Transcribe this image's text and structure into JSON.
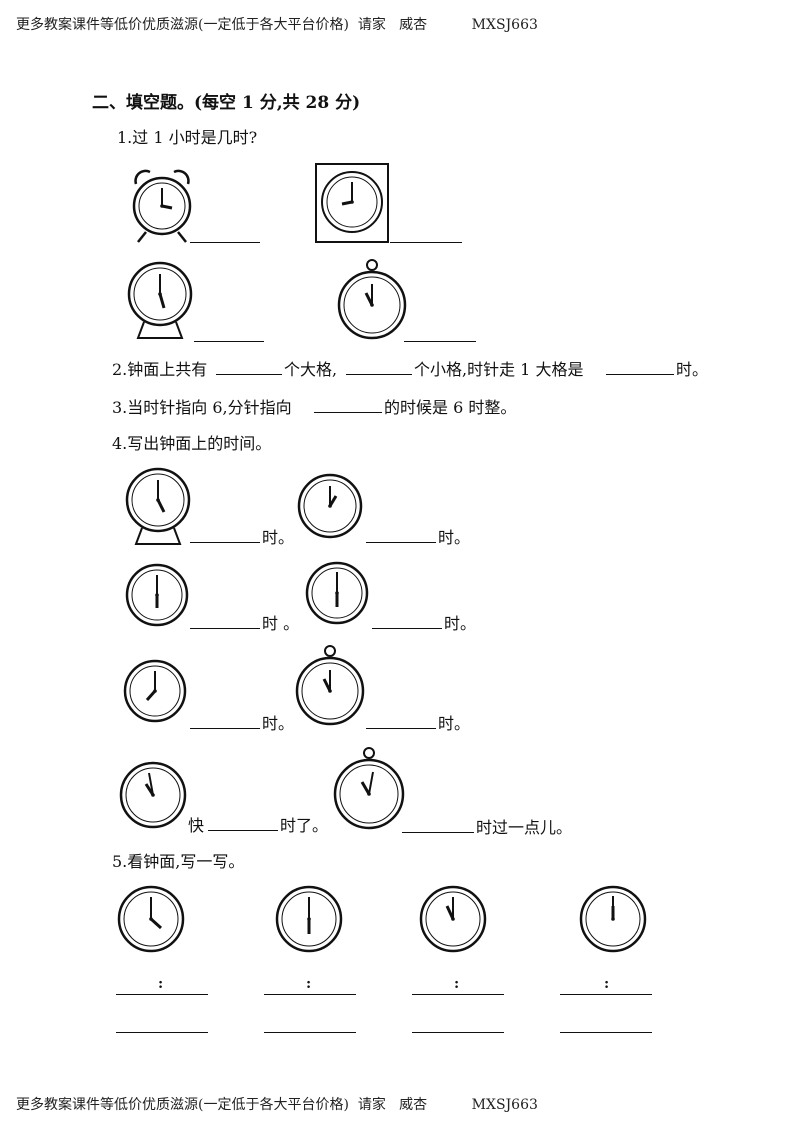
{
  "header": {
    "text": "更多教案课件等低价优质滋源(一定低于各大平台价格)  请家   威杏          MXSJ663"
  },
  "footer": {
    "text": "更多教案课件等低价优质滋源(一定低于各大平台价格)  请家   威杏          MXSJ663"
  },
  "section": {
    "title": "二、填空题。(每空 1 分,共 28 分)"
  },
  "q1": {
    "prompt": "1.过 1 小时是几时?"
  },
  "q2": {
    "p1": "2.钟面上共有",
    "p2": "个大格,",
    "p3": "个小格,时针走 1 大格是",
    "p4": "时。"
  },
  "q3": {
    "p1": "3.当时针指向 6,分针指向",
    "p2": "的时候是 6 时整。"
  },
  "q4": {
    "prompt": "4.写出钟面上的时间。",
    "suffix_shi": "时。",
    "suffix_shi_sp": "时 。",
    "kuai": "快",
    "kuai_end": "时了。",
    "guo_end": "时过一点儿。"
  },
  "q5": {
    "prompt": "5.看钟面,写一写。",
    "colon": ":"
  }
}
